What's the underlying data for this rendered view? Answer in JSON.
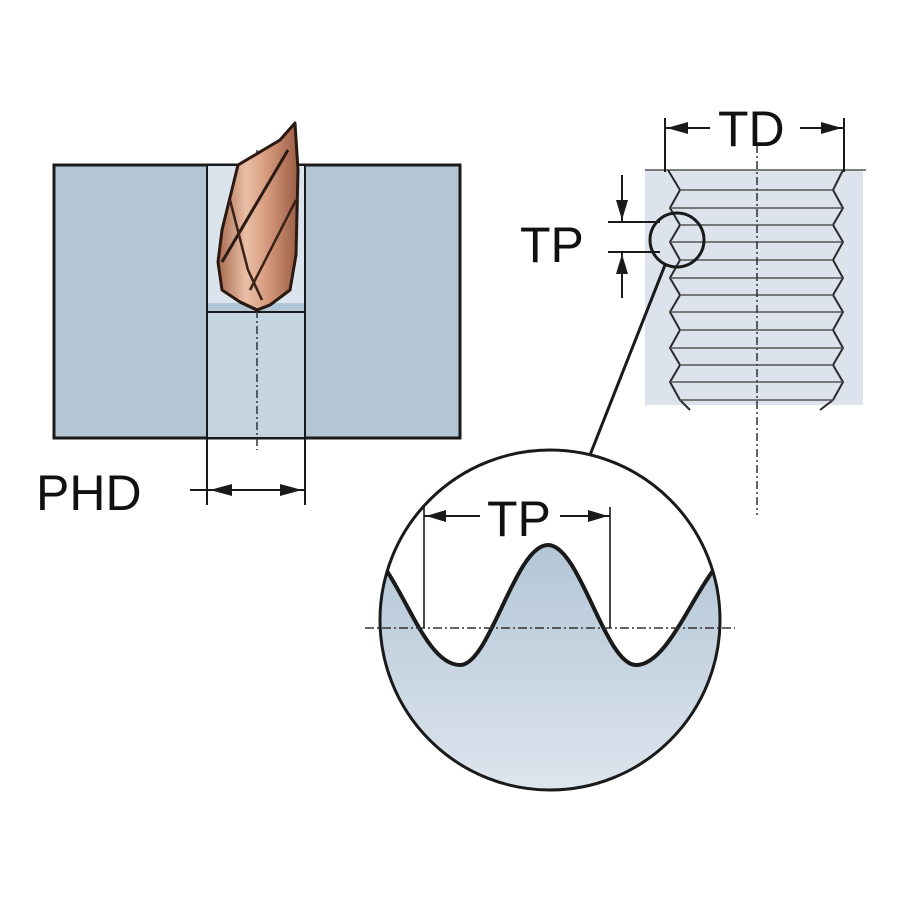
{
  "title": "Drilling and threading dimensions",
  "labels": {
    "phd": "PHD",
    "td": "TD",
    "tp_side": "TP",
    "tp_detail": "TP"
  },
  "colors": {
    "workpiece_fill": "#b3c6d6",
    "thread_fill": "#dde3ec",
    "detail_fill": "#c3d3e1",
    "drill_copper": "#c0876a",
    "drill_highlight": "#ecc3aa",
    "outline": "#1a1a1a",
    "background": "#ffffff"
  },
  "parts": {
    "left": "Workpiece cross-section with drill producing pre-hole diameter",
    "right": "Threaded hole cross-section with thread diameter and pitch",
    "detail": "Magnified thread profile showing thread pitch"
  }
}
